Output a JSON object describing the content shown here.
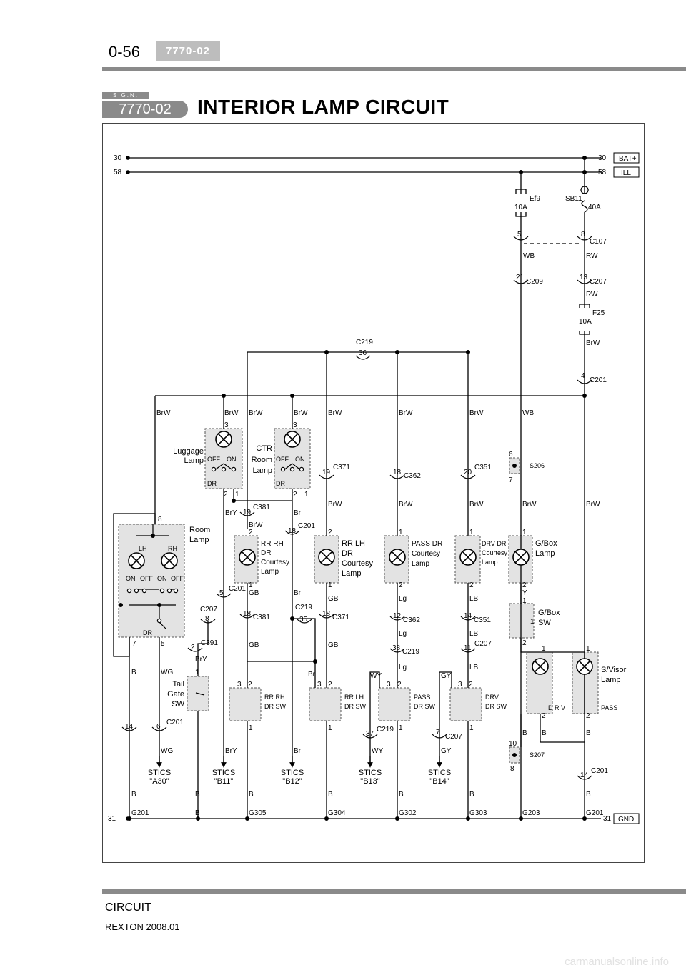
{
  "header": {
    "page_number": "0-56",
    "section_code": "7770-02"
  },
  "title_bar": {
    "sgn": "S.G.N.",
    "badge": "7770-02",
    "title": "INTERIOR LAMP CIRCUIT"
  },
  "footer": {
    "label": "CIRCUIT",
    "model": "REXTON 2008.01"
  },
  "watermark": "carmanualsonline.info",
  "colors": {
    "ink": "#000000",
    "gray_band": "#8a8a8a",
    "dash_box": "#e3e3e3"
  },
  "diagram": {
    "rails": [
      {
        "id": "30",
        "left": "30",
        "right": "30",
        "tag": "BAT+"
      },
      {
        "id": "58",
        "left": "58",
        "right": "58",
        "tag": "ILL"
      },
      {
        "id": "31",
        "left": "31",
        "right": "31",
        "tag": "GND"
      }
    ],
    "fuses": [
      {
        "id": "ef9",
        "name": "Ef9",
        "rating": "10A"
      },
      {
        "id": "sb11",
        "name": "SB11",
        "rating": "40A"
      },
      {
        "id": "f25",
        "name": "F25",
        "rating": "10A"
      }
    ],
    "connectors": [
      {
        "id": "c107-5",
        "pin": "5",
        "code": ""
      },
      {
        "id": "c107-8",
        "pin": "8",
        "code": "C107"
      },
      {
        "id": "c209",
        "pin": "21",
        "code": "C209"
      },
      {
        "id": "c207-13",
        "pin": "13",
        "code": "C207"
      },
      {
        "id": "c219-36",
        "pin": "36",
        "code": "C219"
      },
      {
        "id": "c201-4",
        "pin": "4",
        "code": "C201"
      },
      {
        "id": "c371-19",
        "pin": "19",
        "code": "C371"
      },
      {
        "id": "c362-18",
        "pin": "18",
        "code": "C362"
      },
      {
        "id": "c351-20",
        "pin": "20",
        "code": "C351"
      },
      {
        "id": "c381-19",
        "pin": "19",
        "code": "C381"
      },
      {
        "id": "c201-18",
        "pin": "18",
        "code": "C201"
      },
      {
        "id": "c201-5",
        "pin": "5",
        "code": "C201"
      },
      {
        "id": "c207-8",
        "pin": "8",
        "code": "C207"
      },
      {
        "id": "c391-2",
        "pin": "2",
        "code": "C391"
      },
      {
        "id": "c381-18",
        "pin": "18",
        "code": "C381"
      },
      {
        "id": "c219-35",
        "pin": "35",
        "code": "C219"
      },
      {
        "id": "c371-18",
        "pin": "18",
        "code": "C371"
      },
      {
        "id": "c362-12",
        "pin": "12",
        "code": "C362"
      },
      {
        "id": "c351-14",
        "pin": "14",
        "code": "C351"
      },
      {
        "id": "c219-38",
        "pin": "38",
        "code": "C219"
      },
      {
        "id": "c207-11",
        "pin": "11",
        "code": "C207"
      },
      {
        "id": "c201-14a",
        "pin": "14",
        "code": ""
      },
      {
        "id": "c201-6",
        "pin": "6",
        "code": "C201"
      },
      {
        "id": "c219-37",
        "pin": "37",
        "code": "C219"
      },
      {
        "id": "c207-7",
        "pin": "7",
        "code": "C207"
      },
      {
        "id": "c201-14b",
        "pin": "14",
        "code": "C201"
      }
    ],
    "splices": [
      {
        "id": "s206",
        "code": "S206",
        "pin_top": "6",
        "pin_bottom": "7"
      },
      {
        "id": "s207",
        "code": "S207",
        "pin_top": "10",
        "pin_bottom": "8"
      }
    ],
    "labels": {
      "c219_top": "C219",
      "c207_mid": "C207",
      "c219_mid": "C219",
      "luggage": [
        "Luggage",
        "Lamp"
      ],
      "ctr": [
        "CTR",
        "Room",
        "Lamp"
      ],
      "room": [
        "Room",
        "Lamp"
      ],
      "rrrh": [
        "RR RH",
        "DR",
        "Courtesy",
        "Lamp"
      ],
      "rrlh": [
        "RR LH",
        "DR",
        "Courtesy",
        "Lamp"
      ],
      "passdr": [
        "PASS DR",
        "Courtesy",
        "Lamp"
      ],
      "drvdr": [
        "DRV DR",
        "Courtesy",
        "Lamp"
      ],
      "gbox_lamp": [
        "G/Box",
        "Lamp"
      ],
      "gbox_sw": [
        "G/Box",
        "SW"
      ],
      "svisor": [
        "S/Visor",
        "Lamp"
      ],
      "tailgate": [
        "Tail",
        "Gate",
        "SW"
      ],
      "sw_rrrh": [
        "RR RH",
        "DR SW"
      ],
      "sw_rrlh": [
        "RR LH",
        "DR SW"
      ],
      "sw_pass": [
        "PASS",
        "DR SW"
      ],
      "sw_drv": [
        "DRV",
        "DR SW"
      ],
      "off": "OFF",
      "on": "ON",
      "dr": "DR",
      "lh": "LH",
      "rh": "RH",
      "drv_mini": "D R V",
      "pass_mini": "PASS"
    },
    "wires": {
      "wb": "WB",
      "rw": "RW",
      "brw": "BrW",
      "bry": "BrY",
      "br": "Br",
      "gb": "GB",
      "lg": "Lg",
      "lb": "LB",
      "wg": "WG",
      "wy": "WY",
      "gy": "GY",
      "b": "B",
      "y": "Y"
    },
    "pins": {
      "p1": "1",
      "p2": "2",
      "p3": "3",
      "p5": "5",
      "p7": "7",
      "p8": "8"
    },
    "stics": [
      {
        "name": "STICS",
        "code": "\"A30\""
      },
      {
        "name": "STICS",
        "code": "\"B11\""
      },
      {
        "name": "STICS",
        "code": "\"B12\""
      },
      {
        "name": "STICS",
        "code": "\"B13\""
      },
      {
        "name": "STICS",
        "code": "\"B14\""
      }
    ],
    "grounds": [
      "G201",
      "G305",
      "G304",
      "G302",
      "G303",
      "G203",
      "G201"
    ]
  }
}
